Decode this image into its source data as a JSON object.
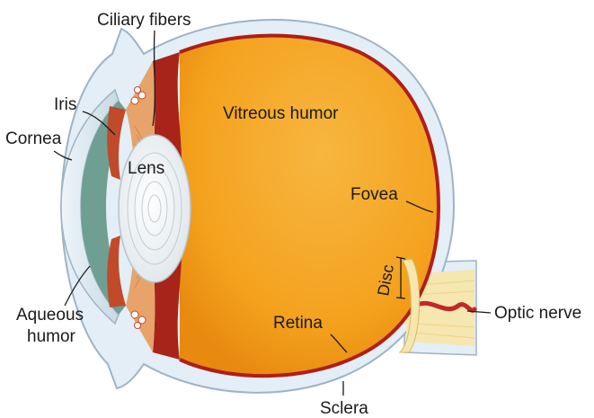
{
  "labels": {
    "ciliary_fibers": "Ciliary fibers",
    "iris": "Iris",
    "cornea": "Cornea",
    "lens": "Lens",
    "vitreous_humor": "Vitreous humor",
    "fovea": "Fovea",
    "disc": "Disc",
    "aqueous_line1": "Aqueous",
    "aqueous_line2": "humor",
    "optic_nerve": "Optic nerve",
    "retina": "Retina",
    "sclera": "Sclera"
  },
  "colors": {
    "vitreous": "#f4a21e",
    "vitreous_light": "#f9c76a",
    "retina_line": "#b01e18",
    "choroid": "#a8231a",
    "sclera": "#e3eef6",
    "sclera_edge": "#9fb3c4",
    "cornea": "#cfe0ea",
    "aqueous": "#6f9f92",
    "iris": "#c04a2a",
    "ciliary": "#e8a36a",
    "lens": "#e8eef2",
    "optic_nerve": "#f6e6b0",
    "vessel": "#c0282a"
  }
}
